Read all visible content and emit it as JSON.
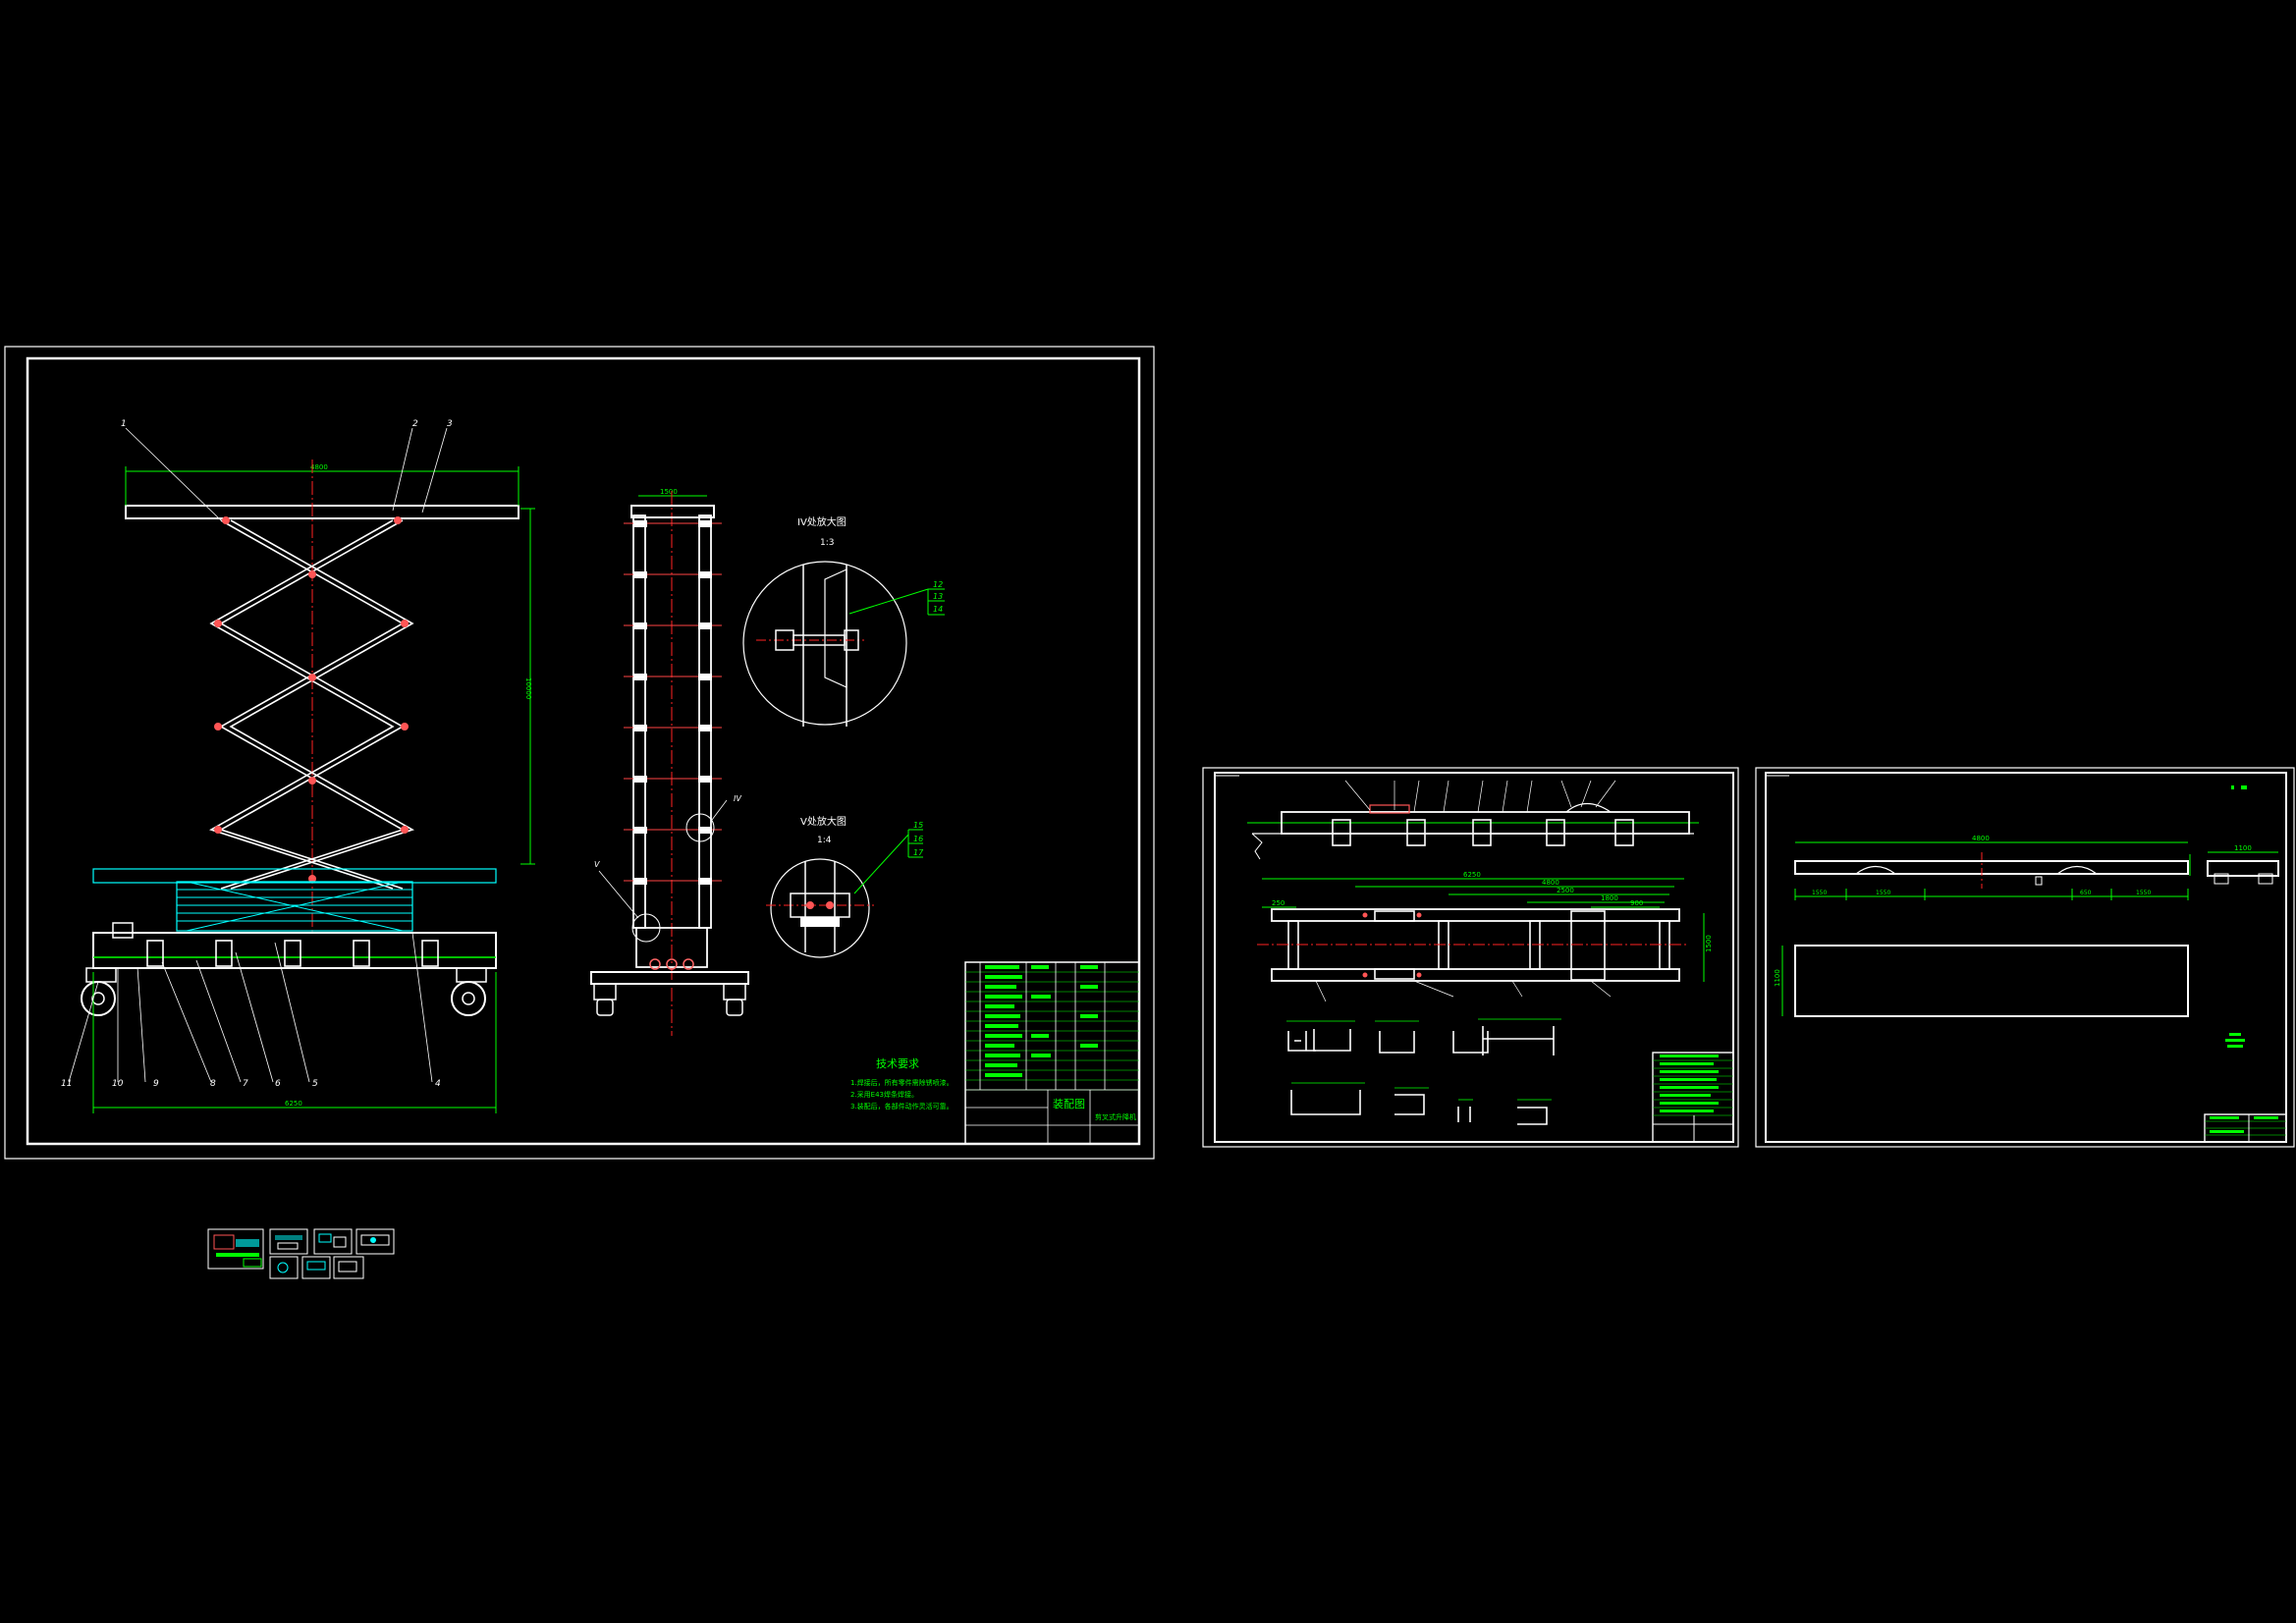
{
  "colors": {
    "background": "#000000",
    "frame": "#ffffff",
    "dimension": "#00ff00",
    "centerline": "#ff2020",
    "hatch": "#00e5ff",
    "text": "#00ff00"
  },
  "sheet1": {
    "part_numbers": [
      "1",
      "2",
      "3",
      "4",
      "5",
      "6",
      "7",
      "8",
      "9",
      "10",
      "11"
    ],
    "dims": {
      "top_width": "4800",
      "height": "10000",
      "base_width": "6250",
      "side_width": "1500"
    },
    "detail_iv": {
      "title": "IV处放大图",
      "scale": "1:3",
      "labels": [
        "12",
        "13",
        "14"
      ],
      "marker": "IV"
    },
    "detail_v": {
      "title": "V处放大图",
      "scale": "1:4",
      "labels": [
        "15",
        "16",
        "17"
      ],
      "marker": "V"
    },
    "tech_title": "技术要求",
    "tech_lines": [
      "1.焊接后，所有零件需除锈喷漆。",
      "2.采用E43焊条焊接。",
      "3.装配后，各部件动作灵活可靠。"
    ],
    "title_block": {
      "name": "装配图",
      "drawing": "剪叉式升降机"
    }
  },
  "sheet2": {
    "dims": {
      "total": "6250",
      "d1": "4800",
      "d2": "2500",
      "d3": "1800",
      "d4": "900",
      "d5": "250",
      "height": "1500"
    }
  },
  "sheet3": {
    "dims": {
      "length": "4800",
      "side": "1100",
      "sub1": "1550",
      "sub2": "1550",
      "sub3": "650",
      "sub4": "1550",
      "height": "1100"
    }
  }
}
